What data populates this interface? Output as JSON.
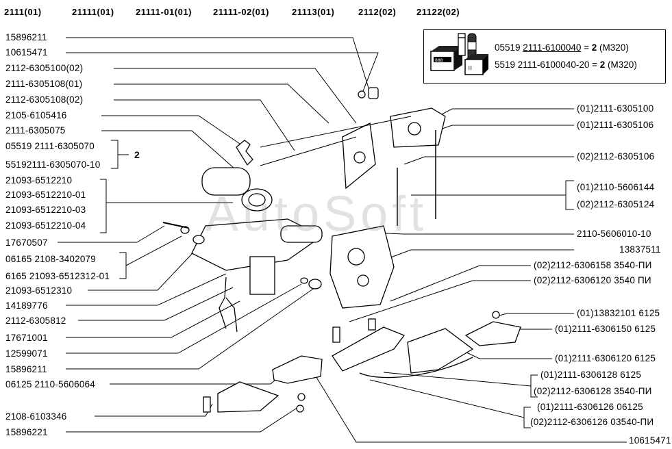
{
  "header_codes": [
    "2111(01)",
    "21111(01)",
    "21111-01(01)",
    "21111-02(01)",
    "21113(01)",
    "2112(02)",
    "21122(02)"
  ],
  "infobox": {
    "line1": {
      "prefix": "05519 ",
      "code": "2111-6100040",
      "suffix": " = ",
      "qty": "2",
      "note": " (М320)"
    },
    "line2": {
      "prefix": "5519 ",
      "code": "2111-6100040-20",
      "suffix": " = ",
      "qty": "2",
      "note": " (М320)"
    }
  },
  "group_ref": "2",
  "watermark": "AutoSoft",
  "left_labels": [
    "15896211",
    "10615471",
    "2112-6305100(02)",
    "2111-6305108(01)",
    "2112-6305108(02)",
    "2105-6105416",
    "2111-6305075",
    "05519 2111-6305070",
    "55192111-6305070-10",
    "21093-6512210",
    "21093-6512210-01",
    "21093-6512210-03",
    "21093-6512210-04",
    "17670507",
    "06165 2108-3402079",
    "6165 21093-6512312-01",
    "21093-6512310",
    "14189776",
    "2112-6305812",
    "17671001",
    "12599071",
    "15896211",
    "06125 2110-5606064",
    "2108-6103346",
    "15896221"
  ],
  "right_labels": [
    "(01)2111-6305100",
    "(01)2111-6305106",
    "(02)2112-6305106",
    "(01)2110-5606144",
    "(02)2112-6305124",
    "2110-5606010-10",
    "13837511",
    "(02)2112-6306158 3540-ПИ",
    "(02)2112-6306120 3540 ПИ",
    "(01)13832101 6125",
    "(01)2111-6306150 6125",
    "(01)2111-6306120 6125",
    "(01)2111-6306128 6125",
    "(02)2112-6306128 3540-ПИ",
    "(01)2111-6306126 06125",
    "(02)2112-6306126 03540-ПИ",
    "10615471"
  ]
}
